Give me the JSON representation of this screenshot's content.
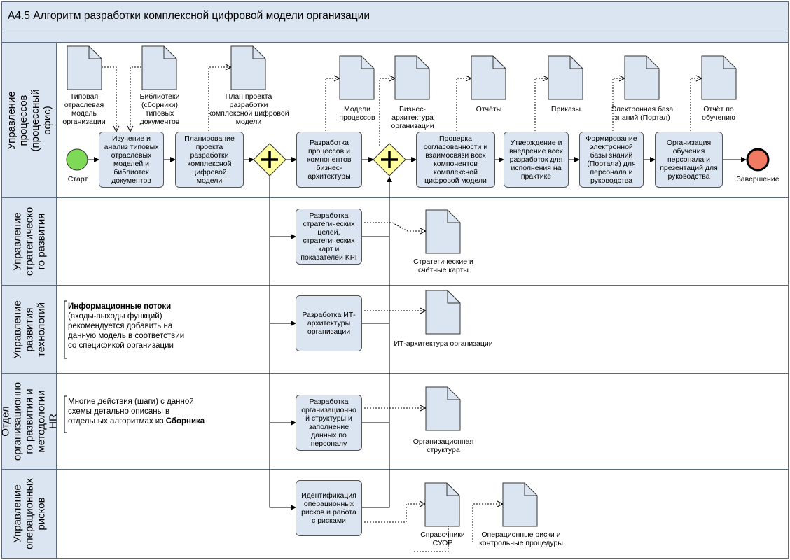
{
  "title": "A4.5 Алгоритм разработки комплексной цифровой модели организации",
  "lanes": {
    "l1": "Управление процессов\n(процессный офис)",
    "l2": "Управление\nстратегическо\nго развития",
    "l3": "Управление\nразвития\nтехнологий",
    "l4": "Отдел\nорганизационно\nго развития и\nметодологии HR",
    "l5": "Управление\nоперационных\nрисков"
  },
  "events": {
    "start": "Старт",
    "end": "Завершение"
  },
  "tasks": {
    "t1": "Изучение и\nанализ типовых\nотраслевых\nмоделей и\nбиблиотек\nдокументов",
    "t2": "Планирование\nпроекта\nразработки\nкомплексной\nцифровой\nмодели",
    "t3": "Разработка\nпроцессов и\nкомпонентов\nбизнес-\nархитектуры",
    "t4": "Проверка\nсогласованности и\nвзаимосвязи всех\nкомпонентов\nкомплексной\nцифровой модели",
    "t5": "Утверждение и\nвнедрение всех\nразработок для\nисполнения на\nпрактике",
    "t6": "Формирование\nэлектронной\nбазы знаний\n(Портала) для\nперсонала и\nруководства",
    "t7": "Организация\nобучения\nперсонала и\nпрезентаций для\nруководства",
    "t8": "Разработка\nстратегических\nцелей,\nстратегических\nкарт и\nпоказателей KPI",
    "t9": "Разработка ИТ-\nархитектуры\nорганизации",
    "t10": "Разработка\nорганизационно\nй структуры и\nзаполнение\nданных по\nперсоналу",
    "t11": "Идентификация\nоперационных\nрисков и работа\nс рисками"
  },
  "documents": {
    "d1": "Типовая\nотраслевая\nмодель\nорганизации",
    "d2": "Библиотеки\n(сборники)\nтиповых\nдокументов",
    "d3": "План проекта\nразработки\nкомплексной цифровой\nмодели",
    "d4": "Модели\nпроцессов",
    "d5": "Бизнес-\nархитектура\nорганизации",
    "d6": "Отчёты",
    "d7": "Приказы",
    "d8": "Электронная база\nзнаний (Портал)",
    "d9": "Отчёт по\nобучению",
    "d10": "Стратегические и\nсчётные карты",
    "d11": "ИТ-архитектура организации",
    "d12": "Организационная\nструктура",
    "d13": "Справочники\nСУОР",
    "d14": "Операционные риски и\nконтрольные процедуры"
  },
  "notes": {
    "n1_bold": "Информационные потоки",
    "n1_rest": "\n(входы-выходы функций)\nрекомендуется добавить на\nданную модель в соответствии\nсо спецификой организации",
    "n2_rest": "Многие действия (шаги) с данной\nсхемы детально описаны в\nотдельных алгоритмах из ",
    "n2_bold": "Сборника"
  },
  "colors": {
    "header_fill": "#dbe5f1",
    "task_fill": "#dbe5f1",
    "gateway_fill": "#ffffa0",
    "start_fill": "#7ed957",
    "end_fill": "#f07a62",
    "doc_fill": "#dbe5f1"
  }
}
